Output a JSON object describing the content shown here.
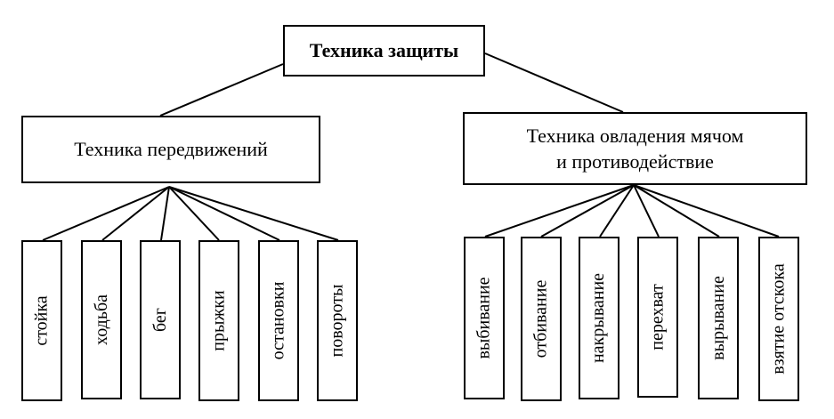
{
  "root": {
    "label": "Техника защиты"
  },
  "left": {
    "label": "Техника передвижений",
    "items": [
      "стойка",
      "ходьба",
      "бег",
      "прыжки",
      "остановки",
      "повороты"
    ]
  },
  "right": {
    "label_lines": [
      "Техника овладения мячом",
      "и противодействие"
    ],
    "items": [
      "выбивание",
      "отбивание",
      "накрывание",
      "перехват",
      "вырывание",
      "взятие отскока"
    ]
  }
}
